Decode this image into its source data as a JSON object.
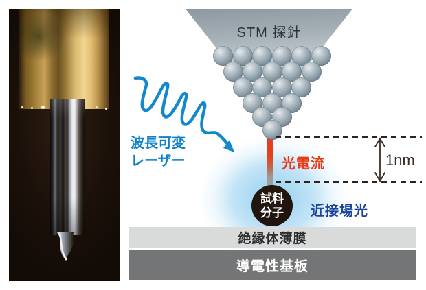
{
  "diagram": {
    "probe_label": "STM 探針",
    "laser_label_line1": "波長可変",
    "laser_label_line2": "レーザー",
    "photocurrent_label": "光電流",
    "gap_label": "1nm",
    "molecule_label_line1": "試料",
    "molecule_label_line2": "分子",
    "nearfield_label": "近接場光",
    "insulator_label": "絶縁体薄膜",
    "substrate_label": "導電性基板",
    "colors": {
      "laser_blue": "#0e82c8",
      "nearfield_blue": "#1c449c",
      "photocurrent_red": "#e93a16",
      "dashed_line_dark": "#2e241e",
      "insulator_gray": "#d9dbda",
      "substrate_gray": "#747576",
      "glow_blue": "#a8d8f2",
      "probe_gray": "#a3aeb5"
    }
  }
}
